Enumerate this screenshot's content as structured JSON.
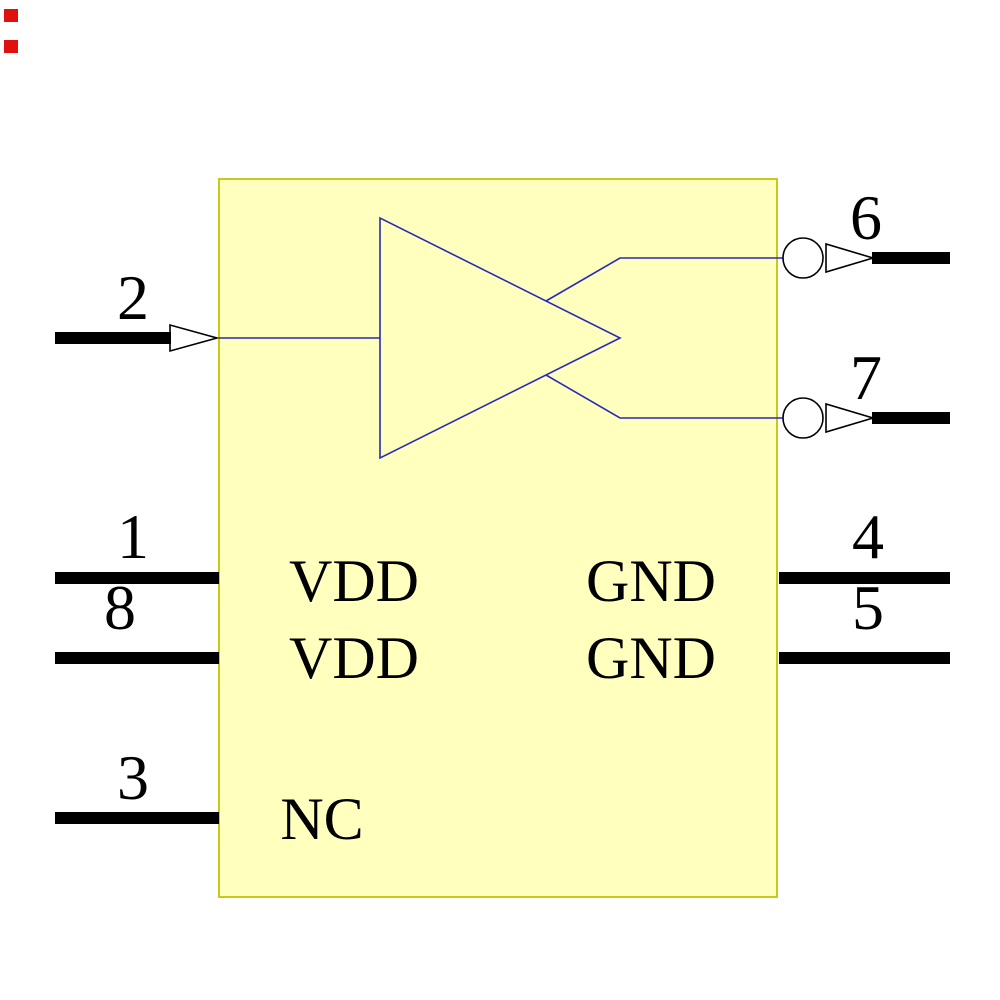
{
  "diagram": {
    "type": "ic-schematic-symbol",
    "description": "8-pin buffer IC schematic symbol with one input and two outputs",
    "colors": {
      "body_fill": "#ffffbe",
      "body_border": "#c9c91a",
      "wire": "#2a2ab8",
      "pin": "#000000",
      "marker": "#e01010"
    },
    "pins": {
      "left": [
        {
          "number": "2",
          "role": "input"
        },
        {
          "number": "1",
          "role": "power"
        },
        {
          "number": "8",
          "role": "power"
        },
        {
          "number": "3",
          "role": "no-connect"
        }
      ],
      "right": [
        {
          "number": "6",
          "role": "output"
        },
        {
          "number": "7",
          "role": "output"
        },
        {
          "number": "4",
          "role": "ground"
        },
        {
          "number": "5",
          "role": "ground"
        }
      ]
    },
    "labels": {
      "vdd_top": "VDD",
      "vdd_bottom": "VDD",
      "gnd_top": "GND",
      "gnd_bottom": "GND",
      "nc": "NC"
    }
  }
}
